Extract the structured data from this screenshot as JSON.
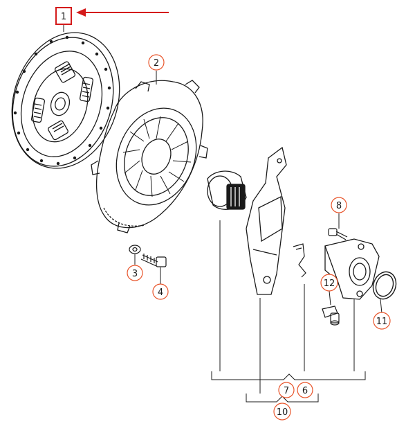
{
  "colors": {
    "line": "#1a1a1a",
    "callout": "#e8542a",
    "highlight": "#d41a1a",
    "background": "#ffffff"
  },
  "callouts": {
    "c1": "1",
    "c2": "2",
    "c3": "3",
    "c4": "4",
    "c6": "6",
    "c7": "7",
    "c8": "8",
    "c10": "10",
    "c11": "11",
    "c12": "12"
  },
  "highlighted_callout": "1",
  "icons": [
    "red-arrow-icon"
  ]
}
